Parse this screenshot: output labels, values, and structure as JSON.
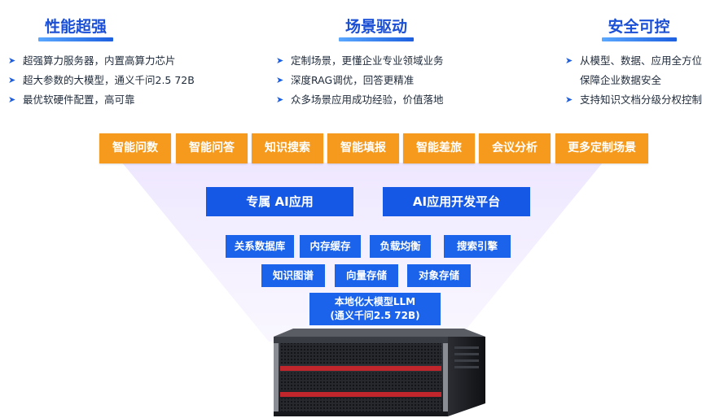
{
  "features": [
    {
      "heading": "性能超强",
      "items": [
        "超强算力服务器，内置高算力芯片",
        "超大参数的大模型，通义千问2.5 72B",
        "最优软硬件配置，高可靠"
      ]
    },
    {
      "heading": "场景驱动",
      "items": [
        "定制场景，更懂企业专业领域业务",
        "深度RAG调优，回答更精准",
        "众多场景应用成功经验，价值落地"
      ]
    },
    {
      "heading": "安全可控",
      "items": [
        "从模型、数据、应用全方位",
        "保障企业数据安全",
        "支持知识文档分级分权控制"
      ]
    }
  ],
  "scenarios": [
    "智能问数",
    "智能问答",
    "知识搜索",
    "智能填报",
    "智能差旅",
    "会议分析",
    "更多定制场景"
  ],
  "platforms": [
    "专属 AI应用",
    "AI应用开发平台"
  ],
  "capabilities_row1": [
    "关系数据库",
    "内存缓存",
    "负载均衡",
    "搜索引擎"
  ],
  "capabilities_row2": [
    "知识图谱",
    "向量存储",
    "对象存储"
  ],
  "llm": {
    "line1": "本地化大模型LLM",
    "line2": "(通义千问2.5 72B)"
  },
  "colors": {
    "heading": "#1a4fd6",
    "scenario": "#f59a1c",
    "platform": "#1558e6",
    "capability": "#1b63ea"
  }
}
